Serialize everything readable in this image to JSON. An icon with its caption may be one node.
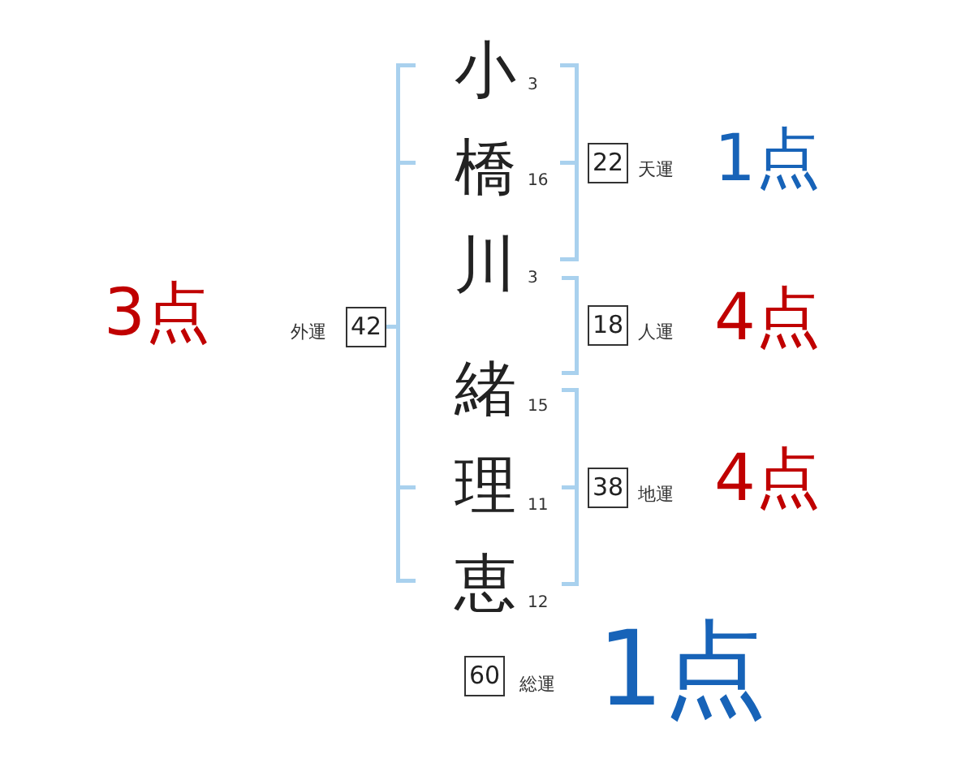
{
  "diagram": {
    "nodes": [
      {
        "text": [
          "22"
        ],
        "beside": [
          "天運",
          "1点"
        ]
      },
      {
        "text": [
          "42"
        ],
        "beside": [
          "外運",
          "3点"
        ]
      },
      {
        "text": [
          "18"
        ],
        "beside": [
          "人運",
          "4点"
        ]
      },
      {
        "text": [
          "38"
        ],
        "beside": [
          "地運",
          "4点"
        ]
      },
      {
        "text": [
          "60"
        ],
        "beside": [
          "総運",
          "1点"
        ]
      }
    ],
    "labels": [
      "小",
      "3",
      "橋",
      "16",
      "川",
      "3",
      "緒",
      "15",
      "理",
      "11",
      "恵",
      "12"
    ]
  }
}
